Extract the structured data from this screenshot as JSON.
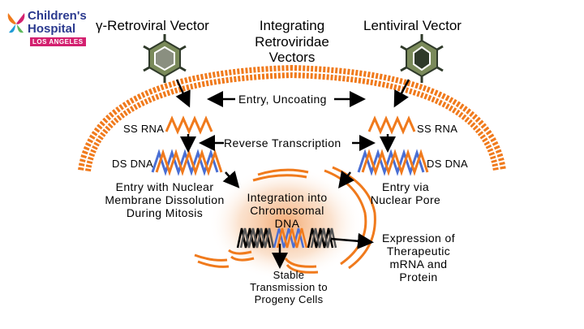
{
  "logo": {
    "line1": "Children's",
    "line2": "Hospital",
    "line3": "LOS ANGELES"
  },
  "titles": {
    "gamma": "γ-Retroviral Vector",
    "integrating": "Integrating\nRetroviridae\nVectors",
    "lenti": "Lentiviral Vector"
  },
  "labels": {
    "entry_uncoating": "Entry, Uncoating",
    "ss_rna_left": "SS RNA",
    "ss_rna_right": "SS RNA",
    "reverse_transcription": "Reverse Transcription",
    "ds_dna_left": "DS DNA",
    "ds_dna_right": "DS DNA",
    "entry_mitosis": "Entry with Nuclear\nMembrane Dissolution\nDuring Mitosis",
    "entry_pore": "Entry via\nNuclear Pore",
    "integration": "Integration into\nChromosomal\nDNA",
    "expression": "Expression of\nTherapeutic\nmRNA and\nProtein",
    "stable": "Stable\nTransmission to\nProgeny Cells"
  },
  "colors": {
    "membrane": "#f07a1c",
    "dna_orange": "#f07a1c",
    "dna_blue": "#4a6fd4",
    "virus_hex": "#7a8a5a",
    "virus_dark": "#2f3a2a",
    "glow": "#f3a56a"
  }
}
